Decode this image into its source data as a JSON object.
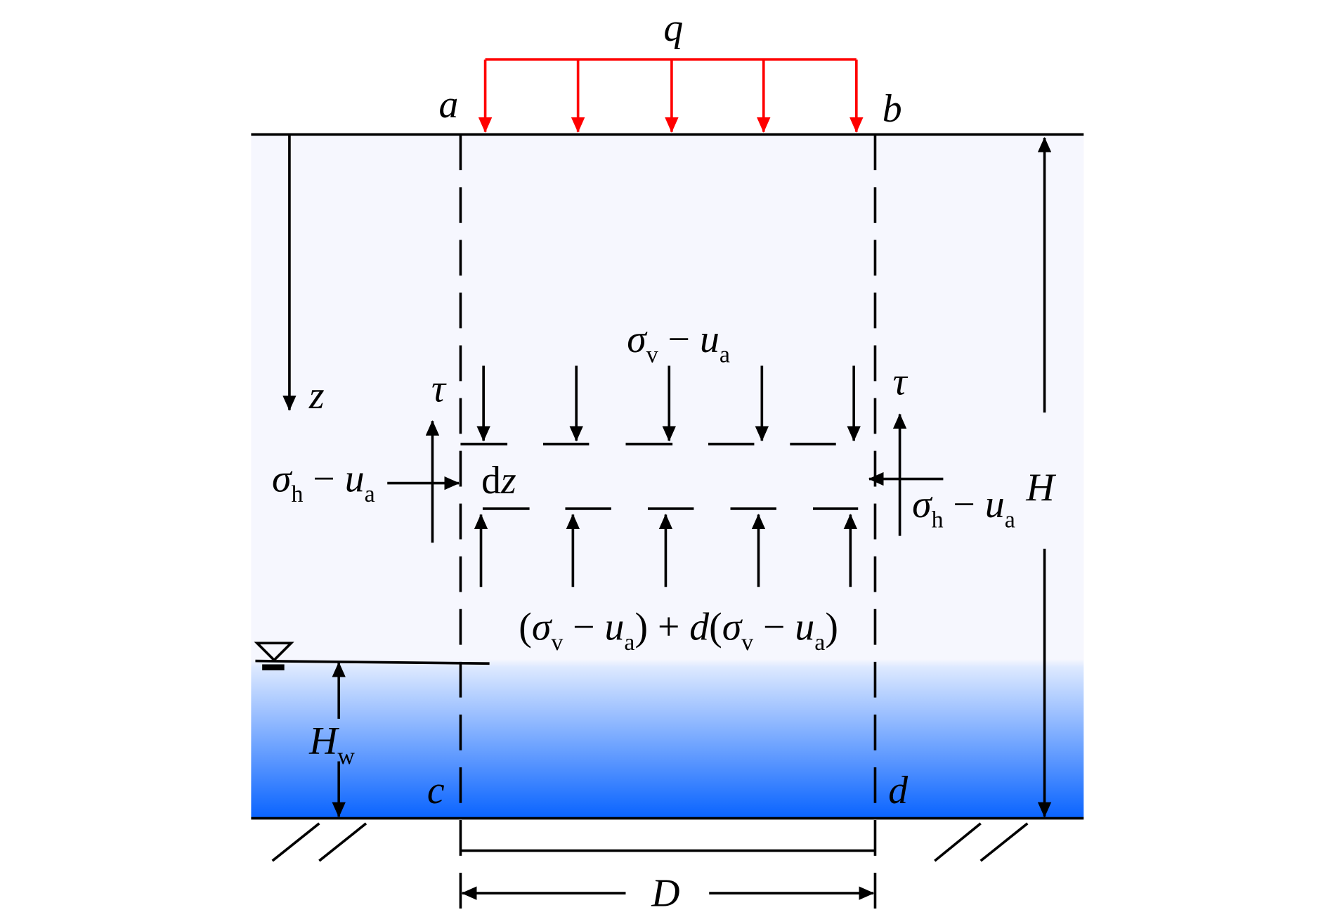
{
  "title": "Soil column element under surface load",
  "colors": {
    "soil": "#f6f7fe",
    "water_top": "#ffffff",
    "water_bottom": "#0a64ff",
    "load": "#ff0000",
    "line": "#000000"
  },
  "labels": {
    "q": "q",
    "a": "a",
    "b": "b",
    "c": "c",
    "d": "d",
    "z": "z",
    "H": "H",
    "D": "D",
    "tau_left": "τ",
    "tau_right": "τ",
    "dz": {
      "d": "d",
      "z": "z"
    },
    "Hw": {
      "main": "H",
      "sub": "w"
    },
    "sigma_v_top": {
      "sigma": "σ",
      "sub_v": "v",
      "minus": " − ",
      "u": "u",
      "sub_a": "a"
    },
    "sigma_h_left": {
      "sigma": "σ",
      "sub_h": "h",
      "minus": " − ",
      "u": "u",
      "sub_a": "a"
    },
    "sigma_h_right": {
      "sigma": "σ",
      "sub_h": "h",
      "minus": " − ",
      "u": "u",
      "sub_a": "a"
    },
    "sigma_v_bottom": {
      "open1": "(",
      "sigma1": "σ",
      "sub_v1": "v",
      "minus1": " − ",
      "u1": "u",
      "sub_a1": "a",
      "close1": ")",
      "plus": " + ",
      "d": "d",
      "open2": "(",
      "sigma2": "σ",
      "sub_v2": "v",
      "minus2": " − ",
      "u2": "u",
      "sub_a2": "a",
      "close2": ")"
    }
  }
}
